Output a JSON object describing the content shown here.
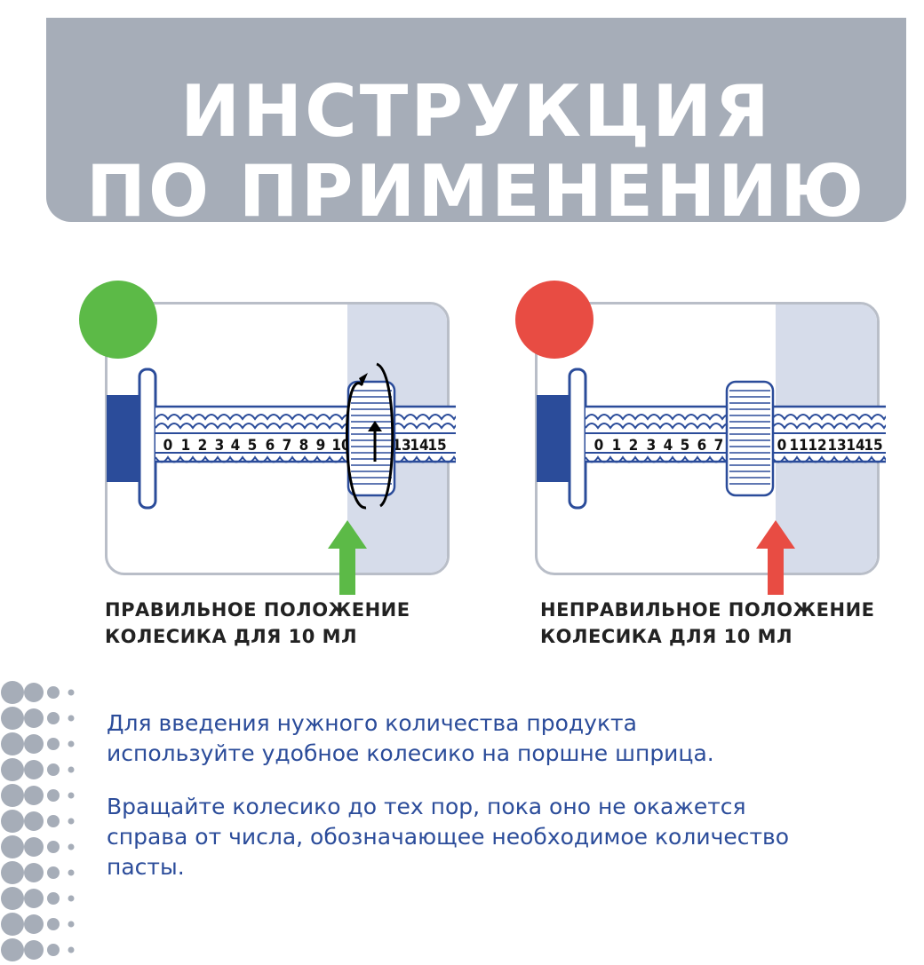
{
  "header": {
    "title_line1": "ИНСТРУКЦИЯ",
    "title_line2": "ПО ПРИМЕНЕНИЮ"
  },
  "colors": {
    "banner": "#a6adb8",
    "correct": "#5cba47",
    "incorrect": "#e84c43",
    "syringe_outline": "#2b4c9a",
    "text_blue": "#2b4c9a"
  },
  "correct_example": {
    "indicator_icon": "green-circle-icon",
    "scale_labels": [
      "0",
      "1",
      "2",
      "3",
      "4",
      "5",
      "6",
      "7",
      "8",
      "9",
      "10",
      "13",
      "14",
      "15"
    ],
    "caption_line1": "ПРАВИЛЬНОЕ ПОЛОЖЕНИЕ",
    "caption_line2": "КОЛЕСИКА ДЛЯ 10 МЛ"
  },
  "incorrect_example": {
    "indicator_icon": "red-circle-icon",
    "scale_labels": [
      "0",
      "1",
      "2",
      "3",
      "4",
      "5",
      "6",
      "7",
      "0",
      "11",
      "12",
      "13",
      "14",
      "15"
    ],
    "caption_line1": "НЕПРАВИЛЬНОЕ ПОЛОЖЕНИЕ",
    "caption_line2": "КОЛЕСИКА ДЛЯ 10 МЛ"
  },
  "instructions": {
    "paragraph1": "Для введения нужного количества продукта используйте удобное колесико на поршне шприца.",
    "paragraph2": "Вращайте колесико до тех пор, пока оно не окажется справа от числа, обозначающее необходимое количество пасты."
  }
}
